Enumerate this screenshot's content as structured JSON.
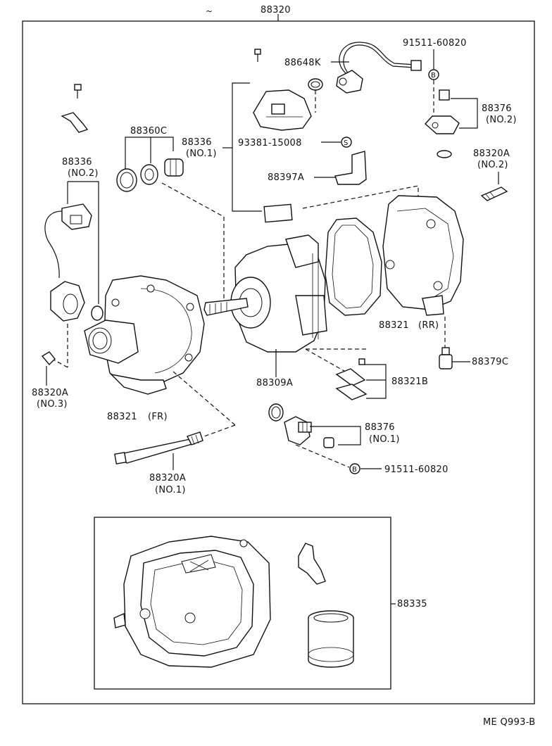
{
  "labels": {
    "assembly": "88320",
    "thermistor_harness": "88648K",
    "bolt_top_right": "91511-60820",
    "valve_top": "88376",
    "valve_top_no": "(NO.2)",
    "bolt_no2": "88320A",
    "bolt_no2_no": "(NO.2)",
    "bracket_bolt": "93381-15008",
    "bracket": "88397A",
    "shaft_seal_kit": "88360C",
    "switch_no1": "88336",
    "switch_no1_no": "(NO.1)",
    "switch_no2": "88336",
    "switch_no2_no": "(NO.2)",
    "rear_housing": "88321",
    "rear_housing_tag": "(RR)",
    "relief_valve": "88379C",
    "cylinder": "88309A",
    "plate": "88321B",
    "front_housing": "88321",
    "front_housing_tag": "(FR)",
    "bolt_no3": "88320A",
    "bolt_no3_no": "(NO.3)",
    "valve_bottom": "88376",
    "valve_bottom_no": "(NO.1)",
    "bolt_bottom": "91511-60820",
    "bolt_no1": "88320A",
    "bolt_no1_no": "(NO.1)",
    "gasket_kit": "88335",
    "code": "ME Q993-B"
  },
  "markers": {
    "b": "B",
    "s": "S"
  }
}
